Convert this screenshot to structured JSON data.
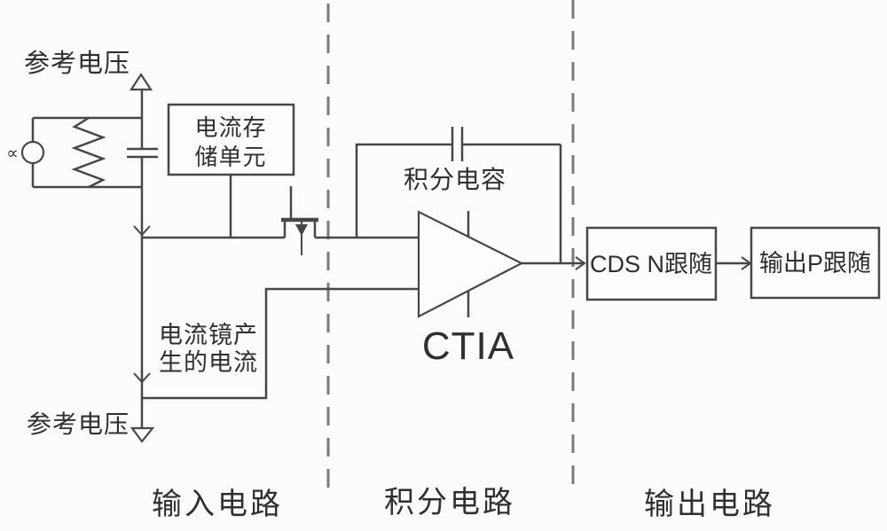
{
  "labels": {
    "reference_voltage_top": "参考电压",
    "reference_voltage_bottom": "参考电压",
    "proportional_symbol": "∝",
    "current_storage_unit": {
      "line1": "电流存",
      "line2": "储单元"
    },
    "integration_capacitor": "积分电容",
    "amplifier": "CTIA",
    "current_mirror_note": {
      "line1": "电流镜产",
      "line2": "生的电流"
    },
    "cds_follower_box": "CDS N跟随",
    "output_follower_box": "输出P跟随"
  },
  "sections": {
    "input": "输入电路",
    "integration": "积分电路",
    "output": "输出电路"
  },
  "colors": {
    "wire": "#474747",
    "text": "#2f2f2f",
    "dash": "#7a7a7a",
    "background": "#fcfcfc",
    "box_fill": "#fdfdfd"
  }
}
